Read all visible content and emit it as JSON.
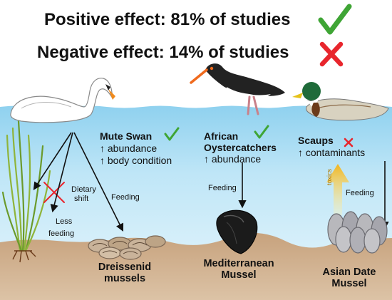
{
  "header": {
    "positive": "Positive effect: 81% of studies",
    "negative": "Negative effect: 14% of studies"
  },
  "species": {
    "swan": {
      "name": "Mute Swan",
      "effect_1": "↑ abundance",
      "effect_2": "↑ body condition",
      "verdict": "positive"
    },
    "oystercatcher": {
      "name_1": "African",
      "name_2": "Oystercatchers",
      "effect_1": "↑ abundance",
      "verdict": "positive"
    },
    "scaup": {
      "name": "Scaups",
      "effect_1": "↑ contaminants",
      "verdict": "negative"
    }
  },
  "arrows": {
    "dietary_shift_1": "Dietary",
    "dietary_shift_2": "shift",
    "less_feeding_1": "Less",
    "less_feeding_2": "feeding",
    "feeding_swan": "Feeding",
    "feeding_oystercatcher": "Feeding",
    "feeding_scaup": "Feeding",
    "toxics": "toxics"
  },
  "mussels": {
    "dreissenid_1": "Dreissenid",
    "dreissenid_2": "mussels",
    "mediterranean_1": "Mediterranean",
    "mediterranean_2": "Mussel",
    "asian_1": "Asian Date",
    "asian_2": "Mussel"
  },
  "colors": {
    "check": "#3fa535",
    "cross": "#e8262d",
    "water": "#b9e4f6",
    "sediment": "#c9a684",
    "toxics_arrow": "#f2c230"
  }
}
